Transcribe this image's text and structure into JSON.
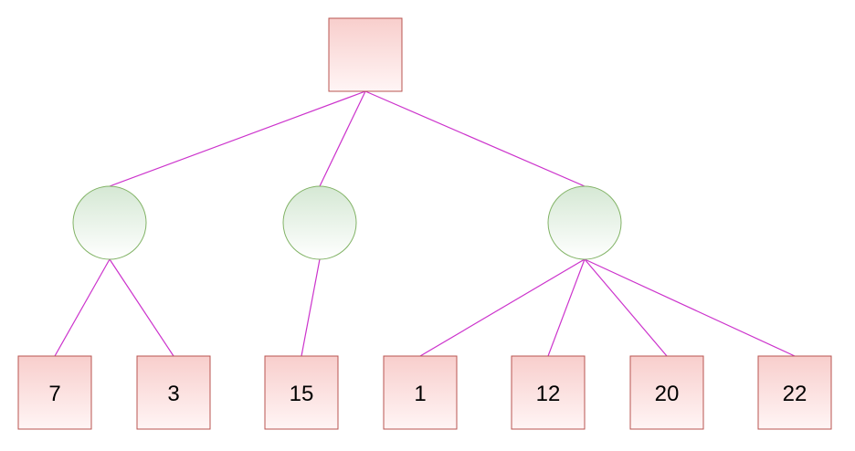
{
  "diagram": {
    "type": "tree",
    "root": {
      "id": "root",
      "label": ""
    },
    "internal_nodes": [
      {
        "id": "c1",
        "label": ""
      },
      {
        "id": "c2",
        "label": ""
      },
      {
        "id": "c3",
        "label": ""
      }
    ],
    "leaves": [
      {
        "id": "l1",
        "label": "7"
      },
      {
        "id": "l2",
        "label": "3"
      },
      {
        "id": "l3",
        "label": "15"
      },
      {
        "id": "l4",
        "label": "1"
      },
      {
        "id": "l5",
        "label": "12"
      },
      {
        "id": "l6",
        "label": "20"
      },
      {
        "id": "l7",
        "label": "22"
      }
    ],
    "edges": [
      [
        "root",
        "c1"
      ],
      [
        "root",
        "c2"
      ],
      [
        "root",
        "c3"
      ],
      [
        "c1",
        "l1"
      ],
      [
        "c1",
        "l2"
      ],
      [
        "c2",
        "l3"
      ],
      [
        "c3",
        "l4"
      ],
      [
        "c3",
        "l5"
      ],
      [
        "c3",
        "l6"
      ],
      [
        "c3",
        "l7"
      ]
    ],
    "colors": {
      "edge": "#cc33cc",
      "square_fill_top": "#f8cecc",
      "square_fill_bottom": "#fff5f5",
      "square_stroke": "#b85450",
      "circle_fill_top": "#d5e8d4",
      "circle_fill_bottom": "#ffffff",
      "circle_stroke": "#82b366"
    }
  }
}
